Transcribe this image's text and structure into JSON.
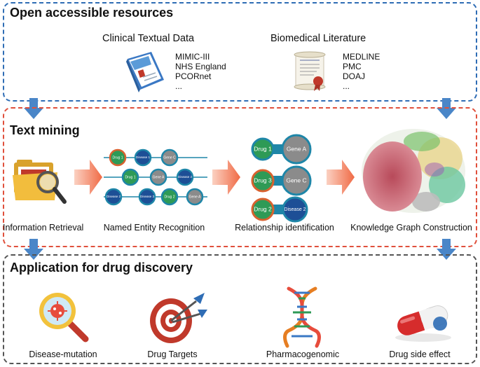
{
  "sections": {
    "resources": {
      "title": "Open accessible resources",
      "color": "#2f6db5",
      "clinical": {
        "heading": "Clinical Textual Data",
        "items": [
          "MIMIC-III",
          "NHS England",
          "PCORnet",
          "..."
        ]
      },
      "literature": {
        "heading": "Biomedical Literature",
        "items": [
          "MEDLINE",
          "PMC",
          "DOAJ",
          "..."
        ]
      }
    },
    "mining": {
      "title": "Text mining",
      "color": "#e0503c",
      "steps": [
        "Information Retrieval",
        "Named Entity Recognition",
        "Relationship identification",
        "Knowledge Graph Construction"
      ],
      "ner_nodes": {
        "row1": [
          "Drug 1",
          "Disease 1",
          "Gene C"
        ],
        "row2": [
          "Drug 1",
          "Gene A",
          "Disease 2"
        ],
        "row3": [
          "Disease 2",
          "Disease 3",
          "Drug 2",
          "Gene A"
        ]
      },
      "relations": [
        {
          "left": "Drug 1",
          "right": "Gene A"
        },
        {
          "left": "Drug 3",
          "right": "Gene C"
        },
        {
          "left": "Drug 2",
          "right": "Disease 2"
        }
      ]
    },
    "application": {
      "title": "Application for drug discovery",
      "color": "#555555",
      "items": [
        "Disease-mutation",
        "Drug Targets",
        "Pharmacogenomic",
        "Drug side effect"
      ]
    }
  },
  "colors": {
    "arrow_blue": "#4a86c8",
    "arrow_orange": "#f06a45",
    "drug_fill": "#2e9a56",
    "drug_ring": "#d8612f",
    "gene_fill": "#8b8b8b",
    "disease_fill": "#1d4f96",
    "ring": "#1e86a8"
  }
}
